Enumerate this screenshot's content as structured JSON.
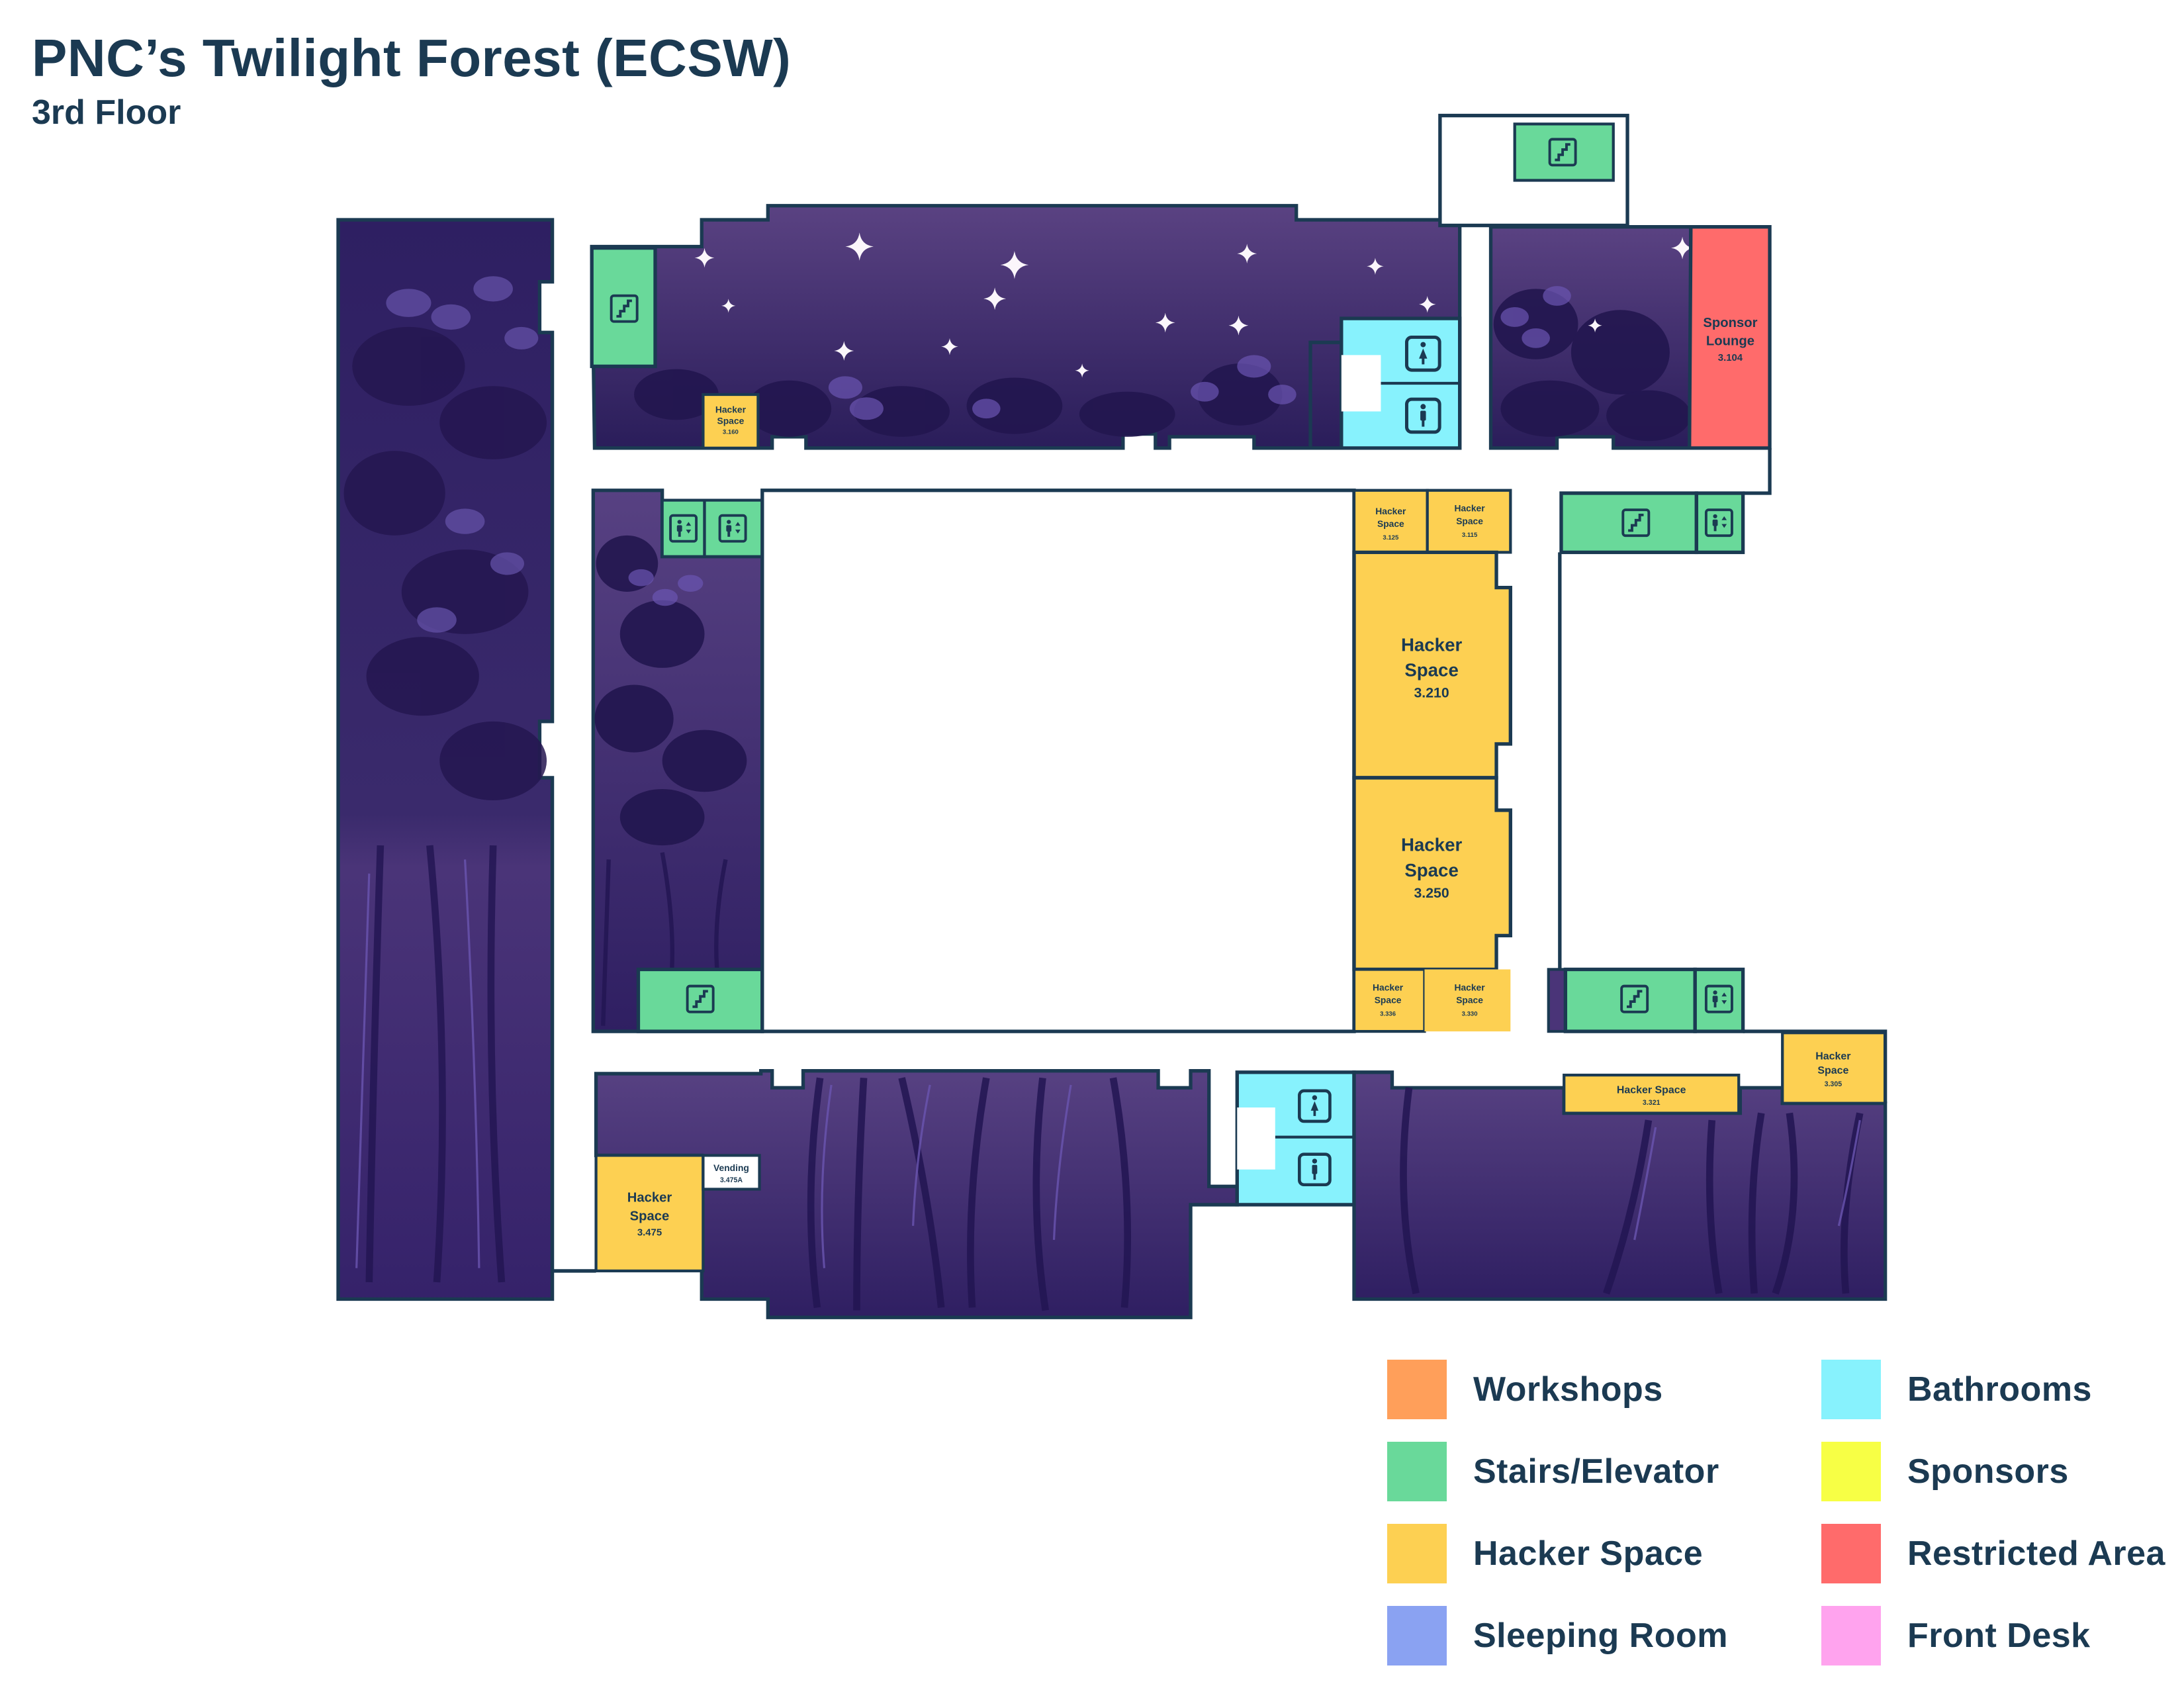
{
  "header": {
    "title": "PNC’s Twilight Forest (ECSW)",
    "subtitle": "3rd Floor"
  },
  "colors": {
    "outline": "#1b3a52",
    "forest_dark": "#2a1d5a",
    "forest_light": "#5a4282",
    "hacker_space": "#fdd052",
    "stairs_elevator": "#69d99a",
    "bathrooms": "#87f2fd",
    "restricted": "#ff6b6b",
    "vending": "#ffffff"
  },
  "rooms": {
    "sponsor_lounge": {
      "name": "Sponsor Lounge",
      "line1": "Sponsor",
      "line2": "Lounge",
      "number": "3.104"
    },
    "hs_3160": {
      "line1": "Hacker",
      "line2": "Space",
      "number": "3.160"
    },
    "hs_3125": {
      "line1": "Hacker",
      "line2": "Space",
      "number": "3.125"
    },
    "hs_3115": {
      "line1": "Hacker",
      "line2": "Space",
      "number": "3.115"
    },
    "hs_3210": {
      "line1": "Hacker",
      "line2": "Space",
      "number": "3.210"
    },
    "hs_3250": {
      "line1": "Hacker",
      "line2": "Space",
      "number": "3.250"
    },
    "hs_3336": {
      "line1": "Hacker",
      "line2": "Space",
      "number": "3.336"
    },
    "hs_3330": {
      "line1": "Hacker",
      "line2": "Space",
      "number": "3.330"
    },
    "hs_3321": {
      "line1": "Hacker Space",
      "number": "3.321"
    },
    "hs_3305": {
      "line1": "Hacker",
      "line2": "Space",
      "number": "3.305"
    },
    "hs_3475": {
      "line1": "Hacker",
      "line2": "Space",
      "number": "3.475"
    },
    "vending": {
      "line1": "Vending",
      "number": "3.475A"
    }
  },
  "icons": {
    "stairs": "stairs-icon",
    "elevator": "elevator-icon",
    "womens_restroom": "womens-restroom-icon",
    "mens_restroom": "mens-restroom-icon"
  },
  "legend": [
    {
      "label": "Workshops",
      "color": "#ff9f5a"
    },
    {
      "label": "Bathrooms",
      "color": "#87f2fd"
    },
    {
      "label": "Stairs/Elevator",
      "color": "#69d99a"
    },
    {
      "label": "Sponsors",
      "color": "#f7ff45"
    },
    {
      "label": "Hacker Space",
      "color": "#fdd052"
    },
    {
      "label": "Restricted Area",
      "color": "#ff6b6b"
    },
    {
      "label": "Sleeping Room",
      "color": "#8aa2f2"
    },
    {
      "label": "Front Desk",
      "color": "#ffa3ee"
    }
  ]
}
